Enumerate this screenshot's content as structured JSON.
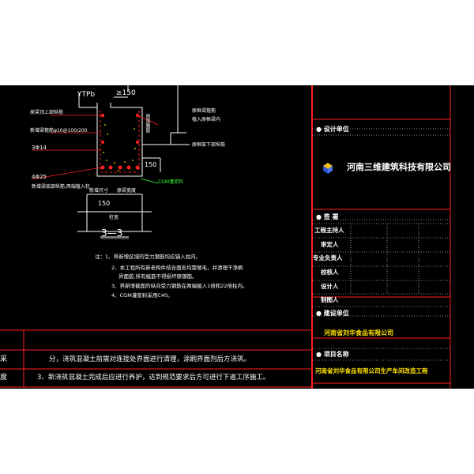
{
  "drawing": {
    "labels": {
      "ytpb": "YTPb",
      "ge150": "≥150",
      "top_anchor": "原梁顶上部纵筋",
      "new_stirrup": "新增梁箍筋φ10@100/200",
      "rebar_3d14": "3Φ14",
      "rebar_4d25": "4Φ25",
      "bottom_note": "新增梁底部纵筋,两端植入柱",
      "right_top1": "原框梁箍筋",
      "right_top2": "植入原框梁内",
      "right_mid": "原框架下部纵筋",
      "dim_150_side": "150",
      "cgm": "CGM灌浆料",
      "new_size": "新增尺寸",
      "orig_width": "原梁宽度",
      "dim_150_bottom": "150",
      "col_width": "柱宽",
      "vertical_note": "原梁腰筋",
      "section_title": "3—3"
    },
    "notes": [
      "注：1、界新增区域的受力钢筋均应锚入柱内。",
      "2、本工程所有新老构件结合面处均需凿毛，并清理干净刷",
      "界面胶,所有植筋不得损坏原钢筋。",
      "3、界新增截面的纵向受力钢筋在两端植入1倍和22倍柱内。",
      "4、CGM灌浆料采用C40。"
    ],
    "bottom_rows": [
      {
        "label": "采",
        "text": "分，浇筑混凝土前需对连接处界面进行清理，涂刷界面剂后方浇筑。"
      },
      {
        "label": "度",
        "text": "3、新浇筑混凝土完成后应进行养护，达到规范要求后方可进行下道工序施工。"
      }
    ]
  },
  "title_block": {
    "design_unit_header": "设计单位",
    "company": "河南三维建筑科技有限公司",
    "sign_header": "签   署",
    "roles": [
      "工程主持人",
      "审定人",
      "专业负责人",
      "校核人",
      "设计人",
      "制图人"
    ],
    "build_unit_header": "建设单位",
    "build_unit": "河南省刘华食品有限公司",
    "project_header": "项目名称",
    "project": "河南省刘华食品有限公司生产车间改造工程"
  },
  "colors": {
    "background": "#000000",
    "frame_red": "#ff2020",
    "text_white": "#ffffff",
    "text_yellow": "#ffe000",
    "company_logo_blue": "#2a55d6",
    "company_logo_gold": "#f0c020"
  }
}
